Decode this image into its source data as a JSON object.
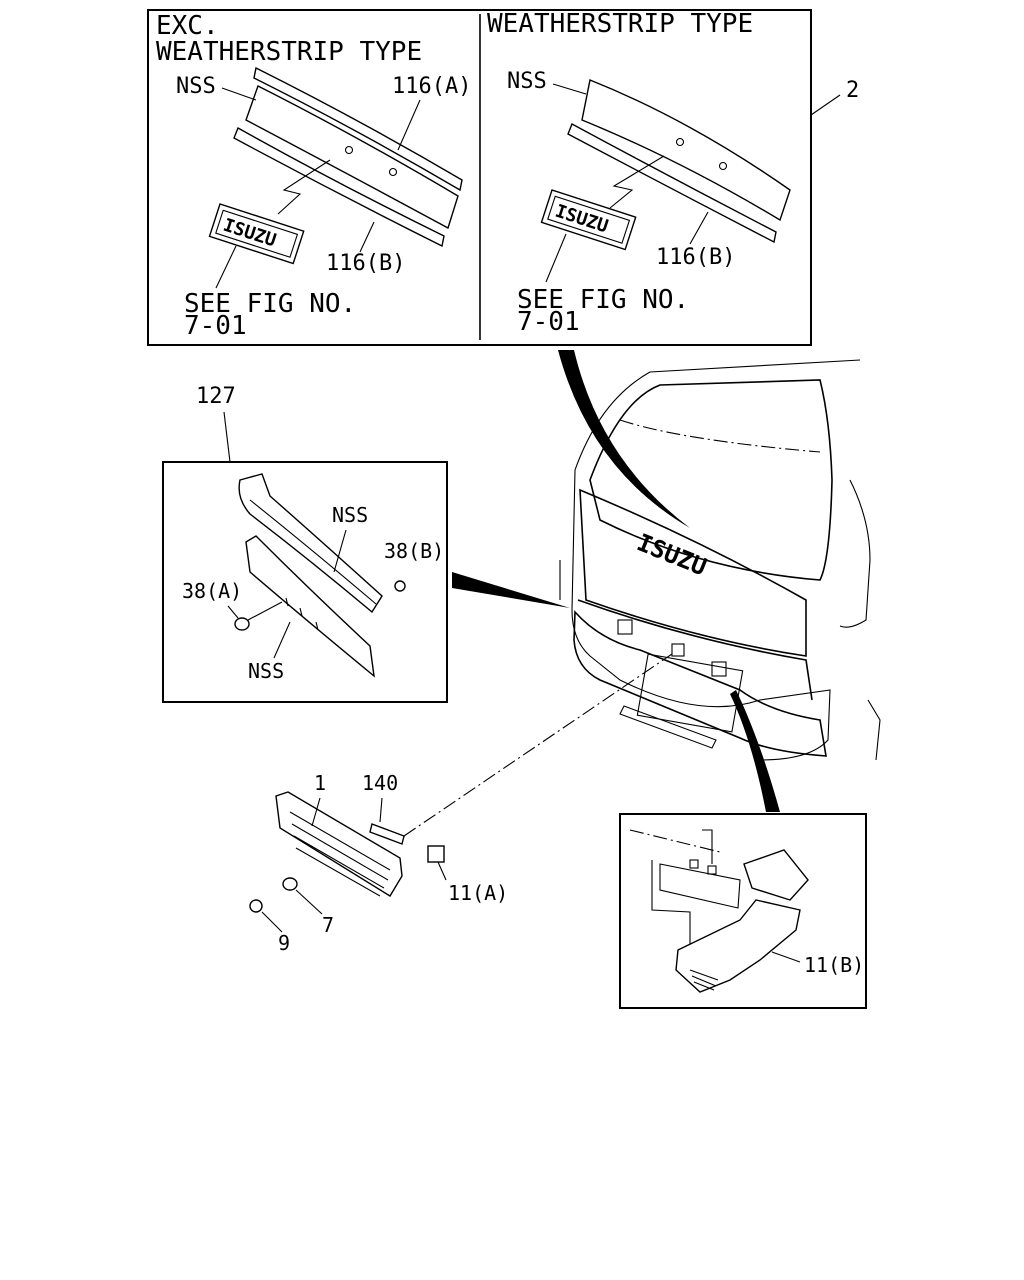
{
  "labels": {
    "exc_title_1": "EXC.",
    "exc_title_2": "WEATHERSTRIP TYPE",
    "ws_title": "WEATHERSTRIP TYPE",
    "nss_left": "NSS",
    "nss_right": "NSS",
    "ref_116a": "116(A)",
    "ref_116b_left": "116(B)",
    "ref_116b_right": "116(B)",
    "see_fig_left_1": "SEE FIG NO.",
    "see_fig_left_2": "7-01",
    "see_fig_right_1": "SEE FIG NO.",
    "see_fig_right_2": "7-01",
    "ref_2": "2",
    "ref_127": "127",
    "nss_garnish": "NSS",
    "ref_38b": "38(B)",
    "ref_38a": "38(A)",
    "nss_bracket": "NSS",
    "ref_1": "1",
    "ref_140": "140",
    "ref_11a": "11(A)",
    "ref_7": "7",
    "ref_9": "9",
    "ref_11b": "11(B)"
  },
  "emblem": {
    "badge_left": "ISUZU",
    "badge_right": "ISUZU",
    "tailgate": "ISUZU"
  }
}
